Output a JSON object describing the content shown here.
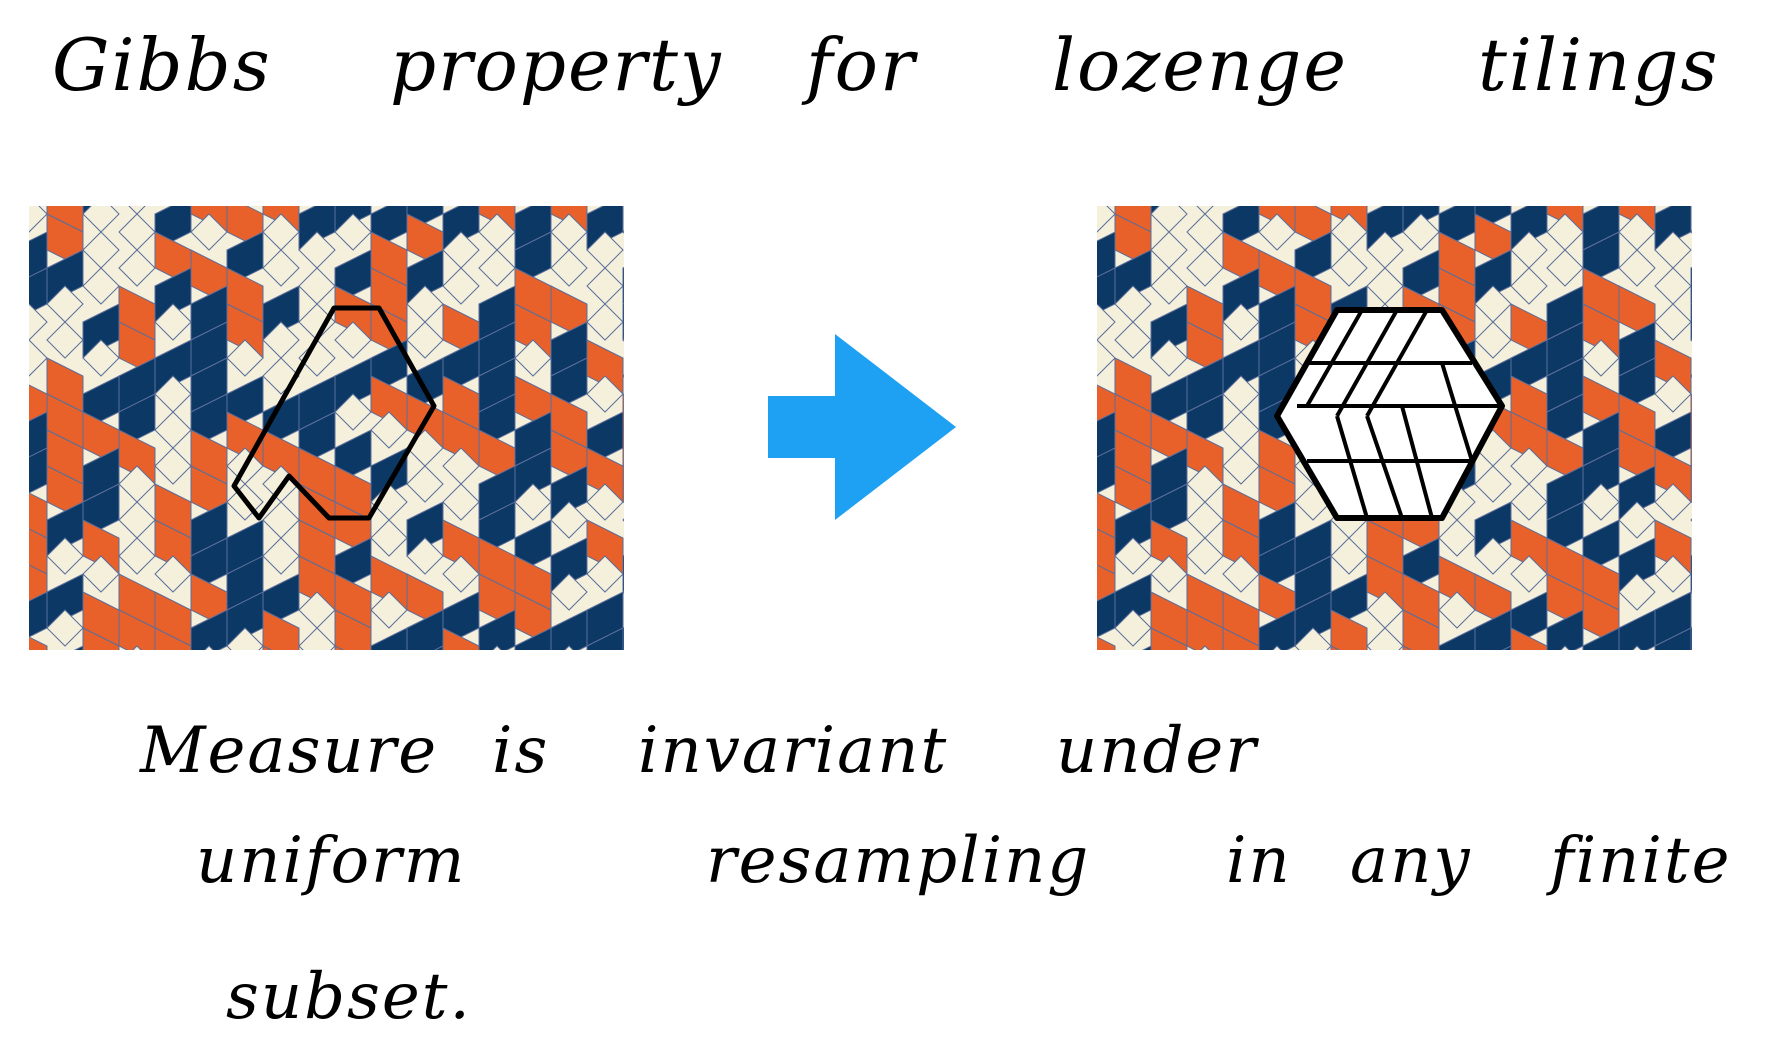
{
  "title": {
    "words": [
      "Gibbs",
      "property",
      "for",
      "lozenge",
      "tilings"
    ]
  },
  "caption": {
    "line1": [
      "Measure",
      "is",
      "invariant",
      "under"
    ],
    "line2": [
      "uniform",
      "resampling",
      "in",
      "any",
      "finite"
    ],
    "line3": [
      "subset."
    ]
  },
  "colors": {
    "orange": "#e8602a",
    "navy": "#0c3866",
    "cream": "#f4f0db",
    "grid": "#5a6e9a",
    "arrow": "#1ea1f2",
    "highlight_fill": "#ffffff"
  },
  "icons": {
    "arrow": "right-arrow-icon"
  }
}
